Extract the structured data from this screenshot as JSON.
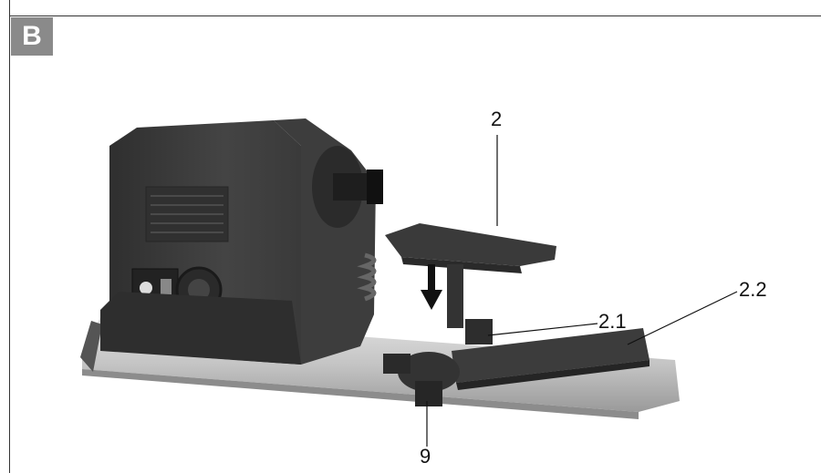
{
  "figure": {
    "badge": "B",
    "callouts": {
      "c2": "2",
      "c21": "2.1",
      "c22": "2.2",
      "c9": "9"
    },
    "colors": {
      "badge_bg": "#8a8a8a",
      "machine_dark": "#3a3a3a",
      "machine_mid": "#555555",
      "rail": "#c8c8c8"
    }
  }
}
